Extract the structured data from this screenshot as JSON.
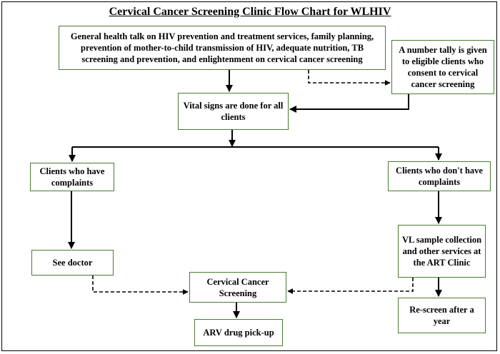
{
  "title": "Cervical Cancer Screening Clinic Flow Chart for WLHIV",
  "nodes": {
    "health_talk": "General health talk on HIV prevention and treatment services, family planning, prevention of mother-to-child transmission of HIV, adequate nutrition, TB screening and prevention, and enlightenment on cervical cancer screening",
    "number_tally": "A number tally is given to eligible clients who consent to cervical cancer screening",
    "vital_signs": "Vital signs are done for all clients",
    "with_complaints": "Clients who have complaints",
    "without_complaints": "Clients who don't have complaints",
    "see_doctor": "See doctor",
    "vl_sample": "VL sample collection and other services at the ART Clinic",
    "cervical_screening": "Cervical Cancer Screening",
    "arv_pickup": "ARV drug pick-up",
    "rescreen": "Re-screen after a year"
  }
}
